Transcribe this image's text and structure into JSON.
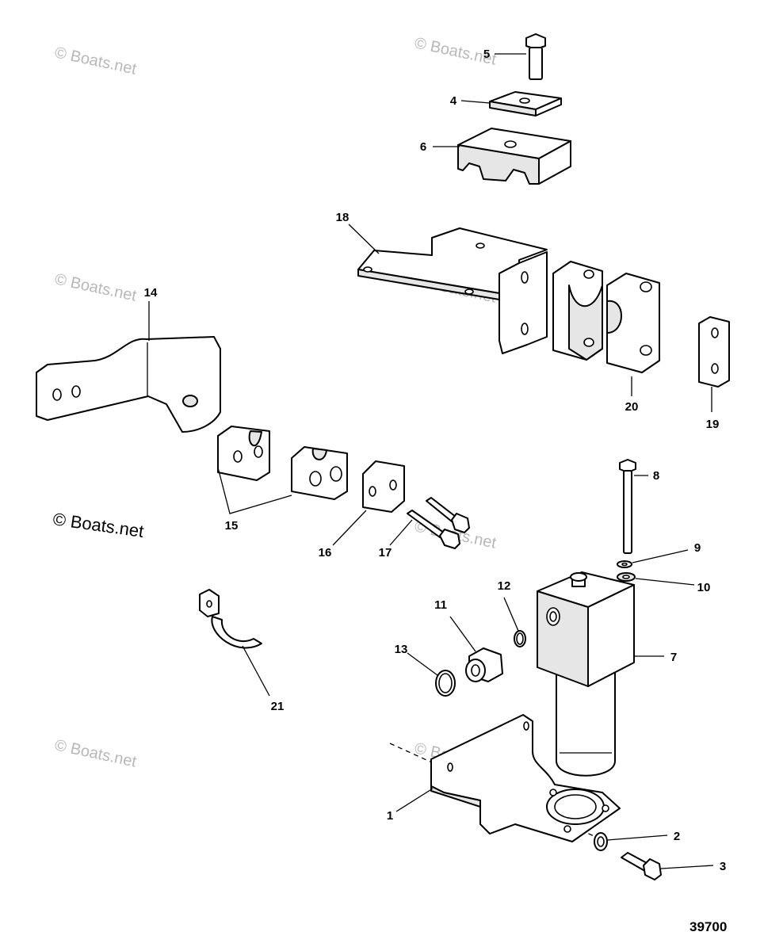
{
  "watermark": "© Boats.net",
  "figure_number": "39700",
  "callouts": {
    "c1": "1",
    "c2": "2",
    "c3": "3",
    "c4": "4",
    "c5": "5",
    "c6": "6",
    "c7": "7",
    "c8": "8",
    "c9": "9",
    "c10": "10",
    "c11": "11",
    "c12": "12",
    "c13": "13",
    "c14": "14",
    "c15": "15",
    "c16": "16",
    "c17": "17",
    "c18": "18",
    "c19": "19",
    "c20": "20",
    "c21": "21"
  }
}
